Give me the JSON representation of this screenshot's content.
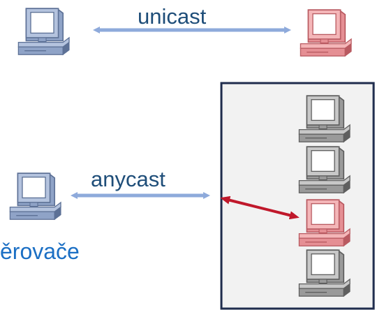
{
  "labels": {
    "unicast": "unicast",
    "anycast": "anycast",
    "side_text": "ěrovače"
  },
  "colors": {
    "computer_blue": "#8fa3c7",
    "computer_red": "#e58f94",
    "computer_gray": "#8c8c8c",
    "arrow_blue": "#8eaadb",
    "arrow_red": "#c0182b",
    "box_border": "#1f2c4d",
    "box_fill": "#f2f2f2",
    "label_text": "#1f4e79"
  }
}
